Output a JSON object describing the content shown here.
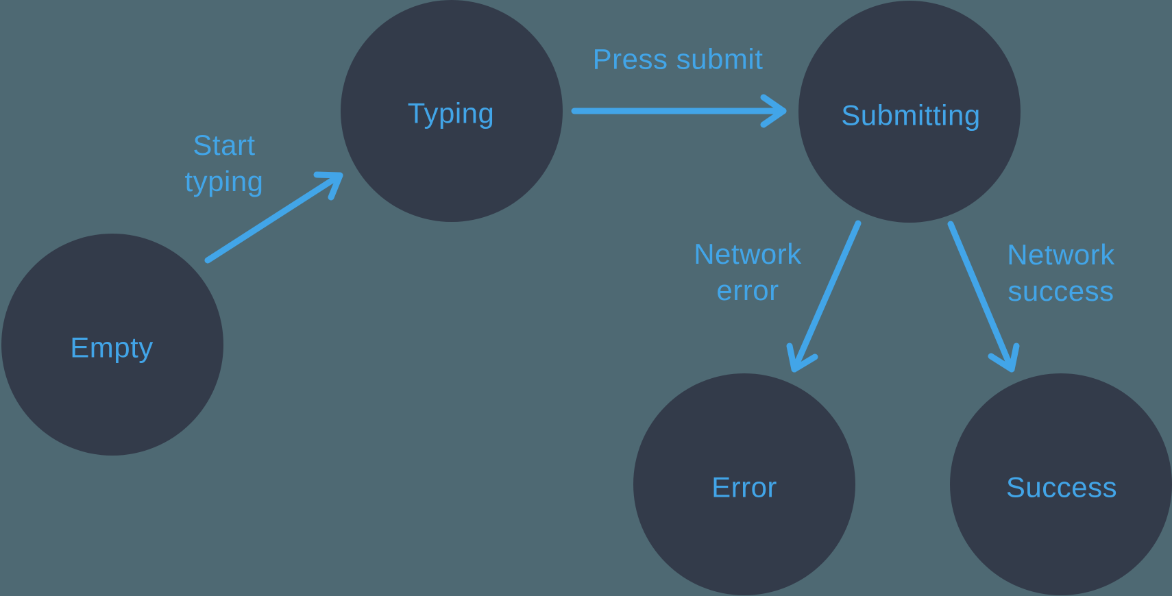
{
  "diagram": {
    "kind": "state-machine",
    "states": [
      {
        "id": "empty",
        "label": "Empty"
      },
      {
        "id": "typing",
        "label": "Typing"
      },
      {
        "id": "submitting",
        "label": "Submitting"
      },
      {
        "id": "error",
        "label": "Error"
      },
      {
        "id": "success",
        "label": "Success"
      }
    ],
    "transitions": [
      {
        "from": "Empty",
        "to": "Typing",
        "label": "Start typing",
        "lines": [
          "Start",
          "typing"
        ]
      },
      {
        "from": "Typing",
        "to": "Submitting",
        "label": "Press submit",
        "lines": [
          "Press submit"
        ]
      },
      {
        "from": "Submitting",
        "to": "Error",
        "label": "Network error",
        "lines": [
          "Network",
          "error"
        ]
      },
      {
        "from": "Submitting",
        "to": "Success",
        "label": "Network success",
        "lines": [
          "Network",
          "success"
        ]
      }
    ],
    "colors": {
      "background": "#4e6973",
      "node_fill": "#333b4a",
      "accent_blue": "#42a5e8"
    }
  }
}
